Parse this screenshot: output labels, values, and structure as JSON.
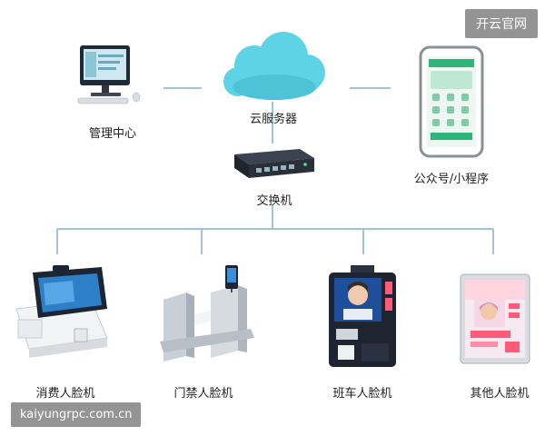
{
  "watermark_top": "开云官网",
  "watermark_bottom": "kaiyungrpc.com.cn",
  "nodes": {
    "management": "管理中心",
    "cloud": "云服务器",
    "mobile": "公众号/小程序",
    "switch": "交换机",
    "consumption": "消费人脸机",
    "access": "门禁人脸机",
    "shuttle": "班车人脸机",
    "other": "其他人脸机"
  },
  "colors": {
    "line": "#9fc6cf",
    "cloud": "#5fd3e6",
    "accent": "#ff5a7a"
  }
}
